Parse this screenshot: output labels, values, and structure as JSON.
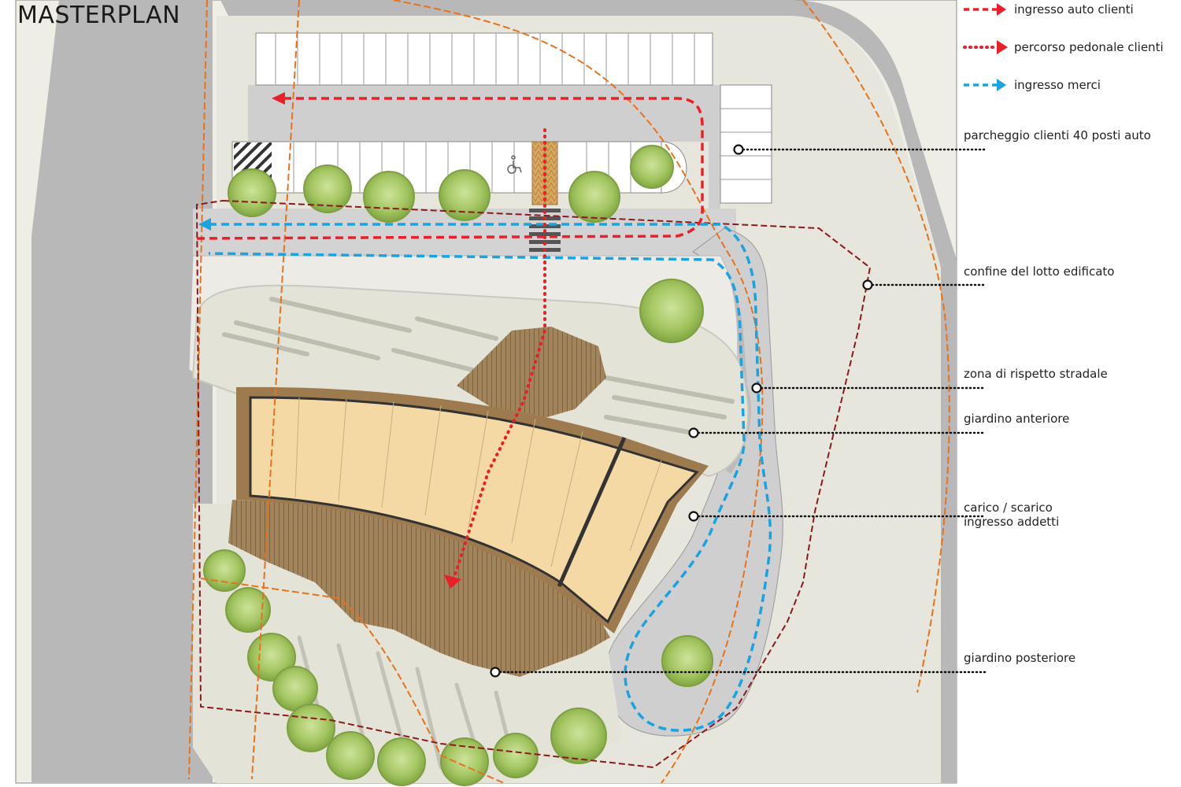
{
  "title": "MASTERPLAN",
  "legend": [
    {
      "label": "ingresso auto clienti",
      "color": "#e8202a",
      "style": "dashed"
    },
    {
      "label": "percorso pedonale clienti",
      "color": "#e8202a",
      "style": "dotted"
    },
    {
      "label": "ingresso merci",
      "color": "#1aa3e0",
      "style": "dashed"
    }
  ],
  "annotations": [
    {
      "label": "parcheggio clienti 40 posti auto"
    },
    {
      "label": "confine del lotto edificato"
    },
    {
      "label": "zona di rispetto stradale"
    },
    {
      "label": "giardino anteriore"
    },
    {
      "label": "carico / scarico"
    },
    {
      "label": "ingresso addetti"
    },
    {
      "label": "giardino posteriore"
    }
  ],
  "colors": {
    "ground": "#e9e8df",
    "road": "#bdbdbd",
    "paving": "#eae9e4",
    "building_floor": "#f5d9a4",
    "deck": "#9c7c52",
    "tree": "#9fbf5a",
    "boundary": "#8b1a1a",
    "setback": "#e8721c"
  }
}
